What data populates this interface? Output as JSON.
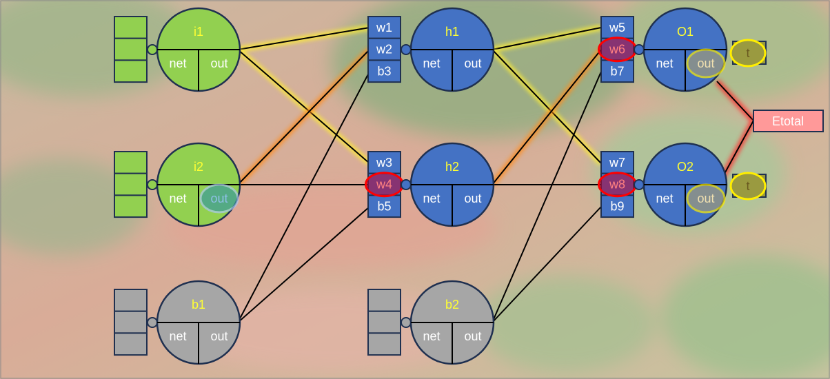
{
  "inputs": [
    {
      "id": "i1",
      "net": "net",
      "out": "out",
      "color": "#92d050"
    },
    {
      "id": "i2",
      "net": "net",
      "out": "out",
      "color": "#92d050",
      "out_highlight": "#4fa0a0"
    },
    {
      "id": "b1",
      "net": "net",
      "out": "out",
      "color": "#a6a6a6"
    }
  ],
  "hidden": [
    {
      "id": "h1",
      "net": "net",
      "out": "out",
      "weights": [
        "w1",
        "w2",
        "b3"
      ],
      "color": "#4472c4"
    },
    {
      "id": "h2",
      "net": "net",
      "out": "out",
      "weights": [
        "w3",
        "w4",
        "b5"
      ],
      "color": "#4472c4",
      "highlight_weight": 1
    },
    {
      "id": "b2",
      "net": "net",
      "out": "out",
      "color": "#a6a6a6"
    }
  ],
  "outputs": [
    {
      "id": "O1",
      "net": "net",
      "out": "out",
      "weights": [
        "w5",
        "w6",
        "b7"
      ],
      "target": "t",
      "highlight_weight": 1
    },
    {
      "id": "O2",
      "net": "net",
      "out": "out",
      "weights": [
        "w7",
        "w8",
        "b9"
      ],
      "target": "t",
      "highlight_weight": 1
    }
  ],
  "error": {
    "label": "Etotal",
    "color": "#ff9999"
  },
  "colors": {
    "input": "#92d050",
    "hidden": "#4472c4",
    "bias": "#a6a6a6",
    "highlight": "#ff0000",
    "target": "#9c9c3a",
    "border": "#1f3050"
  }
}
